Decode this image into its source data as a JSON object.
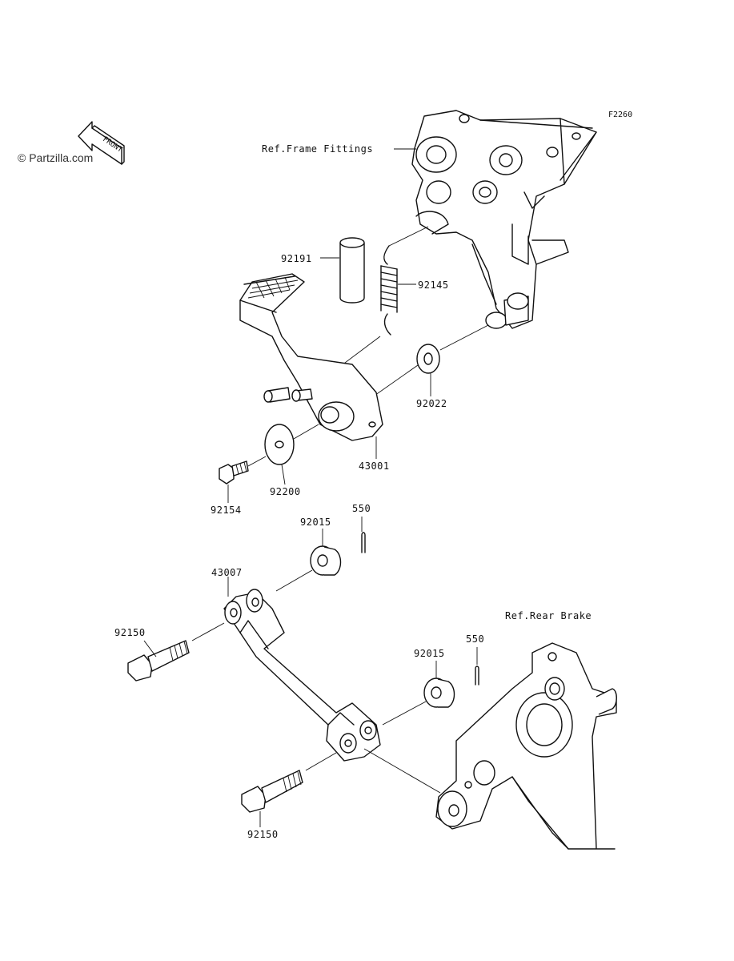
{
  "watermark": "© Partzilla.com",
  "front_badge": "FRONT",
  "figure_code": "F2260",
  "labels": {
    "ref_frame": "Ref.Frame Fittings",
    "ref_rear_brake": "Ref.Rear Brake",
    "p92191": "92191",
    "p92145": "92145",
    "p92022": "92022",
    "p43001": "43001",
    "p92200": "92200",
    "p92154": "92154",
    "p550a": "550",
    "p92015a": "92015",
    "p43007": "43007",
    "p92150a": "92150",
    "p550b": "550",
    "p92015b": "92015",
    "p92150b": "92150"
  }
}
